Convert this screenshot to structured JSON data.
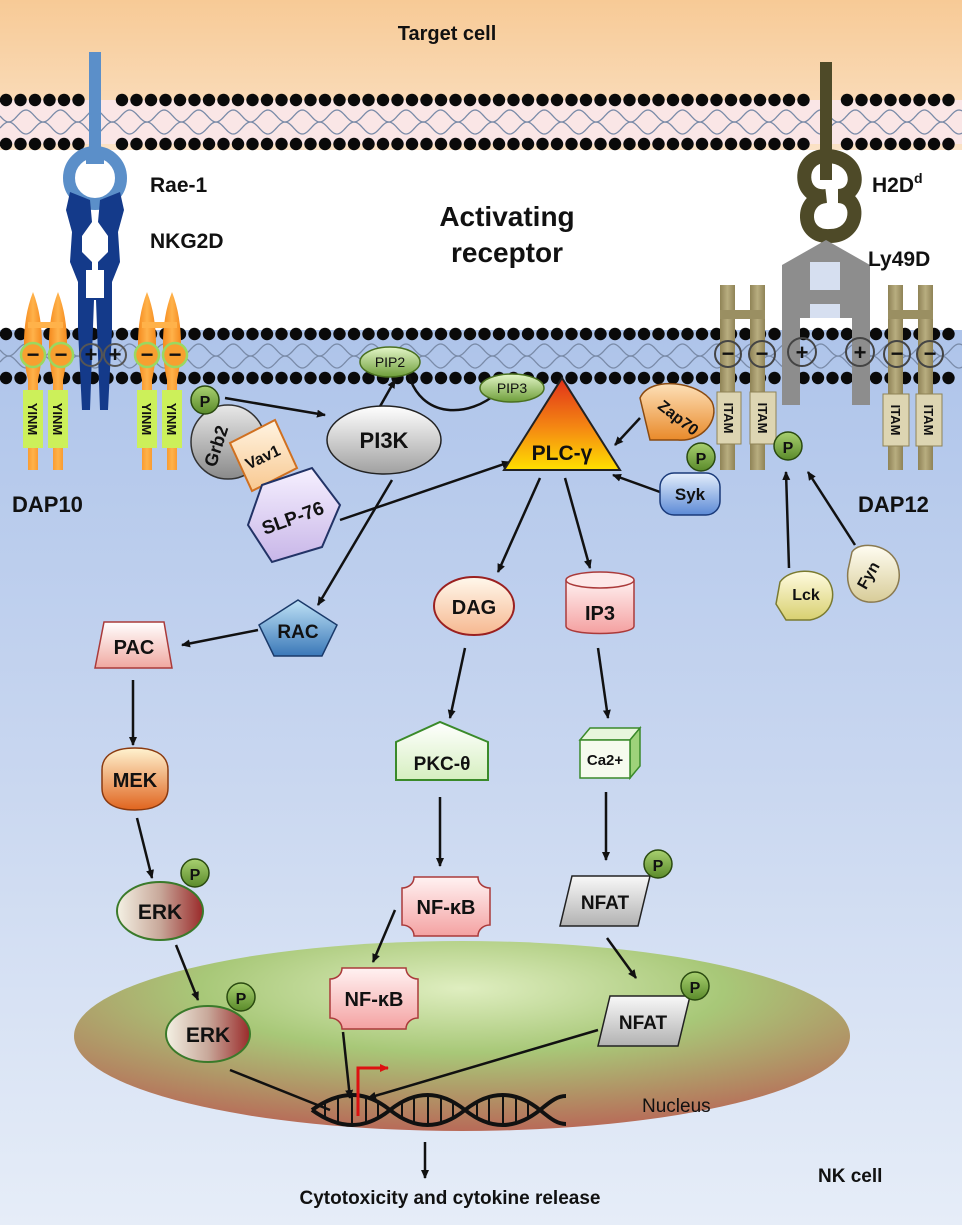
{
  "labels": {
    "target_cell": "Target cell",
    "activating_receptor_line1": "Activating",
    "activating_receptor_line2": "receptor",
    "nk_cell": "NK cell",
    "nucleus": "Nucleus",
    "output": "Cytotoxicity and cytokine release"
  },
  "left_receptor": {
    "ligand": "Rae-1",
    "receptor": "NKG2D",
    "adaptor": "DAP10",
    "motif": "YINM",
    "minus": "−",
    "plus": "+"
  },
  "right_receptor": {
    "ligand": "H2D",
    "ligand_superscript": "d",
    "receptor": "Ly49D",
    "adaptor": "DAP12",
    "motif": "ITAM",
    "minus": "−",
    "plus": "+"
  },
  "molecules": {
    "p": "P",
    "grb2": "Grb2",
    "vav1": "Vav1",
    "slp76": "SLP-76",
    "pi3k": "PI3K",
    "pip2": "PIP2",
    "pip3": "PIP3",
    "plc": "PLC-γ",
    "zap70": "Zap70",
    "syk": "Syk",
    "lck": "Lck",
    "fyn": "Fyn",
    "rac": "RAC",
    "pac": "PAC",
    "mek": "MEK",
    "erk": "ERK",
    "dag": "DAG",
    "ip3": "IP3",
    "pkc": "PKC-θ",
    "ca2": "Ca2+",
    "nfkb": "NF-κB",
    "nfat": "NFAT"
  },
  "colors": {
    "target_cell_bg": "#f8d3a8",
    "nk_cell_bg": "#bfd0ee",
    "nkg2d": "#143a8a",
    "rae1": "#5b8fc9",
    "dap10": "#f7a030",
    "dap12": "#a69a6a",
    "ly49d": "#8d8d8d",
    "h2d": "#4e4a28",
    "phospho": "#6a9a3a",
    "arrow": "#111111",
    "transcription_arrow": "#dd1111"
  }
}
